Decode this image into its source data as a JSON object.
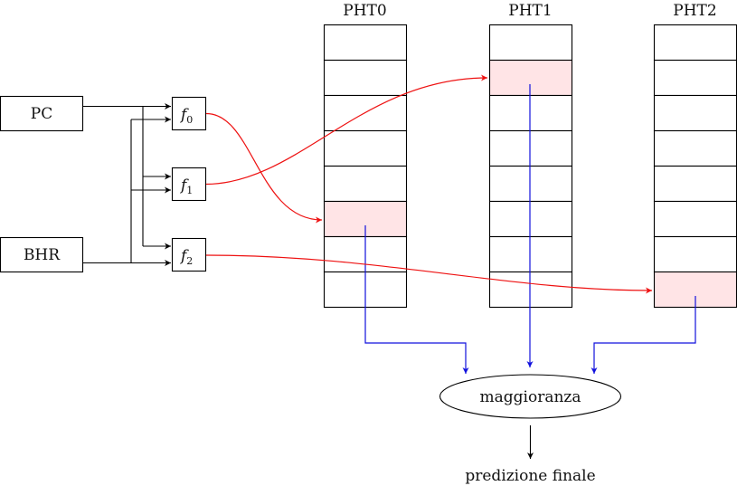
{
  "diagram": {
    "inputs": [
      {
        "id": "pc",
        "label": "PC"
      },
      {
        "id": "bhr",
        "label": "BHR"
      }
    ],
    "hash_functions": [
      {
        "id": "f0",
        "base": "f",
        "subscript": "0"
      },
      {
        "id": "f1",
        "base": "f",
        "subscript": "1"
      },
      {
        "id": "f2",
        "base": "f",
        "subscript": "2"
      }
    ],
    "tables": [
      {
        "id": "pht0",
        "label": "PHT0",
        "rows": 8,
        "highlighted_row": 5
      },
      {
        "id": "pht1",
        "label": "PHT1",
        "rows": 8,
        "highlighted_row": 1
      },
      {
        "id": "pht2",
        "label": "PHT2",
        "rows": 8,
        "highlighted_row": 7
      }
    ],
    "mappings": [
      {
        "from": "f0",
        "to": "pht0"
      },
      {
        "from": "f1",
        "to": "pht1"
      },
      {
        "from": "f2",
        "to": "pht2"
      }
    ],
    "vote_node": {
      "label": "maggioranza"
    },
    "output": {
      "label": "predizione finale"
    },
    "colors": {
      "highlight_fill": "#ffe4e6",
      "index_arrow": "#ee1111",
      "read_arrow": "#1010dd",
      "wire": "#000000"
    }
  }
}
